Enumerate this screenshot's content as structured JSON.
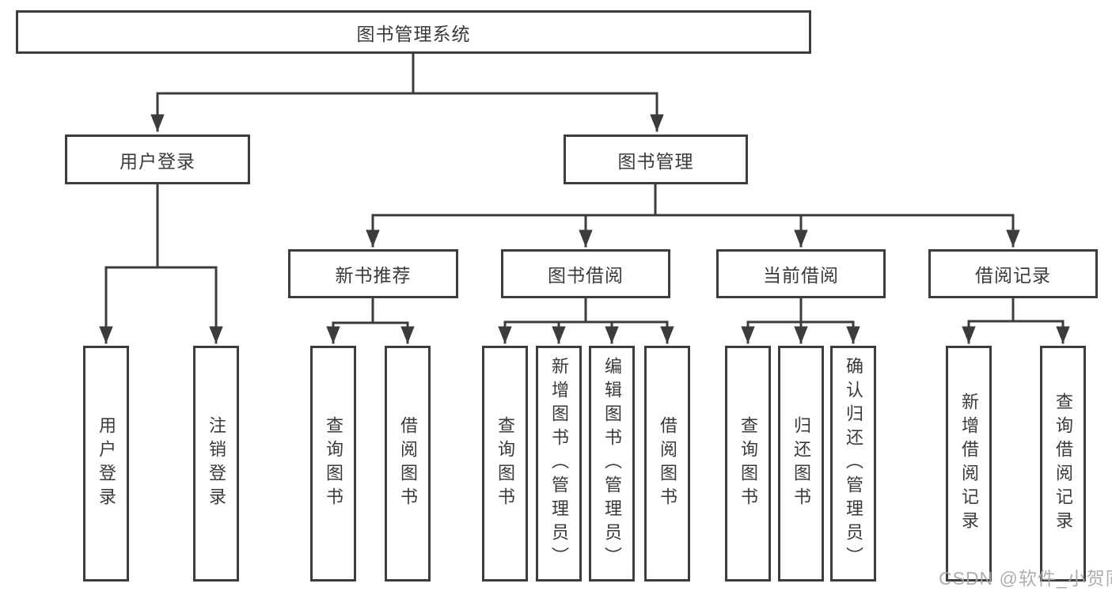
{
  "colors": {
    "line": "#3c3c3c",
    "box_border": "#3d3d3d",
    "text": "#3a3a3a",
    "background": "#ffffff",
    "watermark": "#a5a5a5"
  },
  "root": {
    "label": "图书管理系统"
  },
  "level1": [
    {
      "label": "用户登录"
    },
    {
      "label": "图书管理"
    }
  ],
  "level2": [
    {
      "label": "新书推荐"
    },
    {
      "label": "图书借阅"
    },
    {
      "label": "当前借阅"
    },
    {
      "label": "借阅记录"
    }
  ],
  "leaves": {
    "user_login": [
      {
        "label": "用户登录"
      },
      {
        "label": "注销登录"
      }
    ],
    "new_books": [
      {
        "label": "查询图书"
      },
      {
        "label": "借阅图书"
      }
    ],
    "book_borrow": [
      {
        "label": "查询图书"
      },
      {
        "label": "新增图书（管理员）"
      },
      {
        "label": "编辑图书（管理员）"
      },
      {
        "label": "借阅图书"
      }
    ],
    "current_borrow": [
      {
        "label": "查询图书"
      },
      {
        "label": "归还图书"
      },
      {
        "label": "确认归还（管理员）"
      }
    ],
    "borrow_records": [
      {
        "label": "新增借阅记录"
      },
      {
        "label": "查询借阅记录"
      }
    ]
  },
  "watermark": {
    "text": "CSDN @软件_小贺同学"
  }
}
